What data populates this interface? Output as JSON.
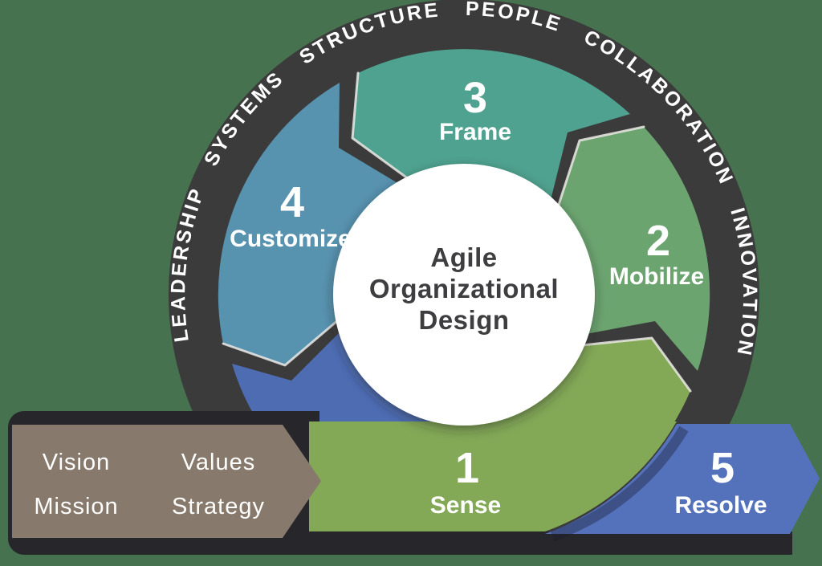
{
  "background_color": "#47724F",
  "ring": {
    "color": "#3B3B3B",
    "words": [
      "LEADERSHIP",
      "SYSTEMS",
      "STRUCTURE",
      "PEOPLE",
      "COLLABORATION",
      "INNOVATION"
    ],
    "text_color": "#FFFFFF"
  },
  "center": {
    "title_lines": [
      "Agile",
      "Organizational",
      "Design"
    ],
    "circle_color": "#FFFFFF",
    "text_color": "#3E3E41"
  },
  "segments": [
    {
      "number": "1",
      "label": "Sense",
      "color": "#83A957"
    },
    {
      "number": "2",
      "label": "Mobilize",
      "color": "#6CA470"
    },
    {
      "number": "3",
      "label": "Frame",
      "color": "#4FA28F"
    },
    {
      "number": "4",
      "label": "Customize",
      "color": "#5792AF"
    },
    {
      "number": "5",
      "label": "Resolve",
      "color": "#5472BC"
    }
  ],
  "resolve_wedge_color": "#4D6CB2",
  "ribbon": {
    "color": "#26262B",
    "taupe_color": "#87796B",
    "items": [
      "Vision",
      "Mission",
      "Values",
      "Strategy"
    ]
  }
}
